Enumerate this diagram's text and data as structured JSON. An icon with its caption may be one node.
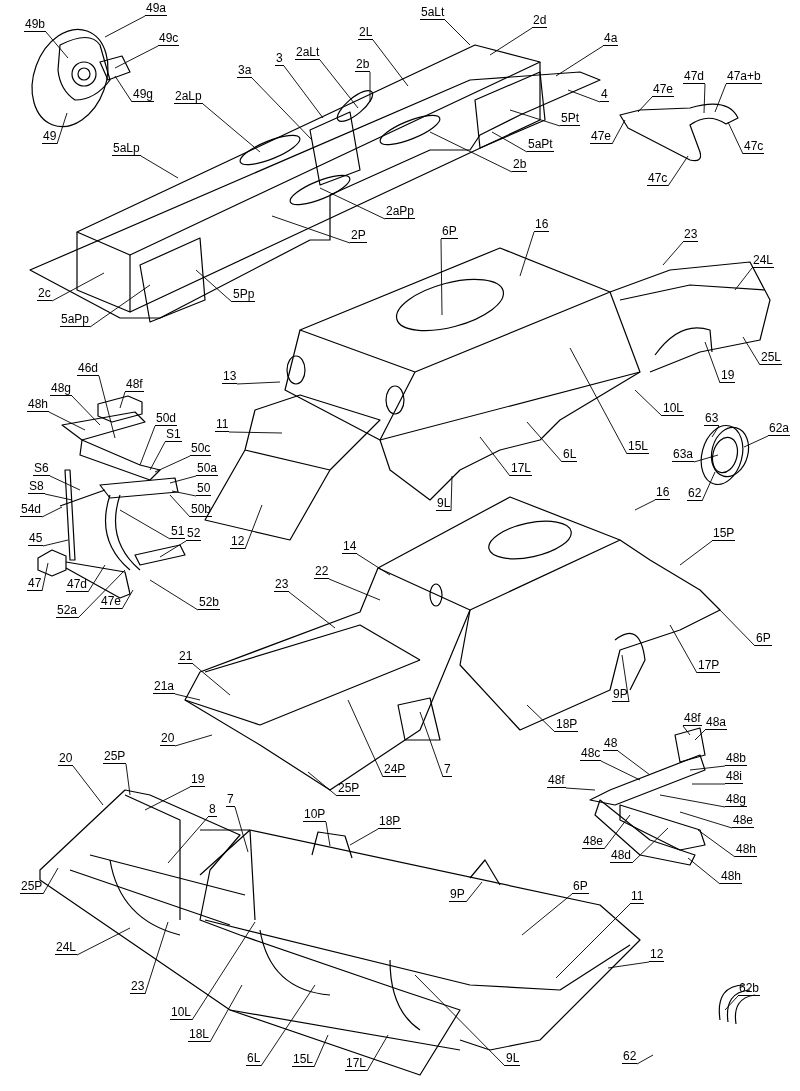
{
  "diagram": {
    "nodes": [
      {
        "text": [
          "49a"
        ]
      },
      {
        "text": [
          "49b"
        ]
      },
      {
        "text": [
          "49c"
        ]
      },
      {
        "text": [
          "49g"
        ]
      },
      {
        "text": [
          "49"
        ]
      },
      {
        "text": [
          "5aLt"
        ]
      },
      {
        "text": [
          "2d"
        ]
      },
      {
        "text": [
          "2L"
        ]
      },
      {
        "text": [
          "2aLt"
        ]
      },
      {
        "text": [
          "3"
        ]
      },
      {
        "text": [
          "2b"
        ]
      },
      {
        "text": [
          "3a"
        ]
      },
      {
        "text": [
          "4a"
        ]
      },
      {
        "text": [
          "4"
        ]
      },
      {
        "text": [
          "5Pt"
        ]
      },
      {
        "text": [
          "5aPt"
        ]
      },
      {
        "text": [
          "2b"
        ]
      },
      {
        "text": [
          "2aLp"
        ]
      },
      {
        "text": [
          "5aLp"
        ]
      },
      {
        "text": [
          "2aPp"
        ]
      },
      {
        "text": [
          "2P"
        ]
      },
      {
        "text": [
          "2c"
        ]
      },
      {
        "text": [
          "5Pp"
        ]
      },
      {
        "text": [
          "5aPp"
        ]
      },
      {
        "text": [
          "47e"
        ]
      },
      {
        "text": [
          "47d"
        ]
      },
      {
        "text": [
          "47a+b"
        ]
      },
      {
        "text": [
          "47e"
        ]
      },
      {
        "text": [
          "47c"
        ]
      },
      {
        "text": [
          "47c"
        ]
      },
      {
        "text": [
          "6P"
        ]
      },
      {
        "text": [
          "16"
        ]
      },
      {
        "text": [
          "23"
        ]
      },
      {
        "text": [
          "24L"
        ]
      },
      {
        "text": [
          "13"
        ]
      },
      {
        "text": [
          "19"
        ]
      },
      {
        "text": [
          "25L"
        ]
      },
      {
        "text": [
          "10L"
        ]
      },
      {
        "text": [
          "15L"
        ]
      },
      {
        "text": [
          "11"
        ]
      },
      {
        "text": [
          "6L"
        ]
      },
      {
        "text": [
          "17L"
        ]
      },
      {
        "text": [
          "9L"
        ]
      },
      {
        "text": [
          "63"
        ]
      },
      {
        "text": [
          "62a"
        ]
      },
      {
        "text": [
          "63a"
        ]
      },
      {
        "text": [
          "62"
        ]
      },
      {
        "text": [
          "46d"
        ]
      },
      {
        "text": [
          "48f"
        ]
      },
      {
        "text": [
          "48g"
        ]
      },
      {
        "text": [
          "48h"
        ]
      },
      {
        "text": [
          "50d"
        ]
      },
      {
        "text": [
          "S1"
        ]
      },
      {
        "text": [
          "50c"
        ]
      },
      {
        "text": [
          "50a"
        ]
      },
      {
        "text": [
          "50"
        ]
      },
      {
        "text": [
          "S6"
        ]
      },
      {
        "text": [
          "S8"
        ]
      },
      {
        "text": [
          "54d"
        ]
      },
      {
        "text": [
          "50b"
        ]
      },
      {
        "text": [
          "51"
        ]
      },
      {
        "text": [
          "52"
        ]
      },
      {
        "text": [
          "45"
        ]
      },
      {
        "text": [
          "12"
        ]
      },
      {
        "text": [
          "47"
        ]
      },
      {
        "text": [
          "47d"
        ]
      },
      {
        "text": [
          "52b"
        ]
      },
      {
        "text": [
          "52a"
        ]
      },
      {
        "text": [
          "47e"
        ]
      },
      {
        "text": [
          "16"
        ]
      },
      {
        "text": [
          "15P"
        ]
      },
      {
        "text": [
          "14"
        ]
      },
      {
        "text": [
          "22"
        ]
      },
      {
        "text": [
          "23"
        ]
      },
      {
        "text": [
          "21"
        ]
      },
      {
        "text": [
          "21a"
        ]
      },
      {
        "text": [
          "20"
        ]
      },
      {
        "text": [
          "24P"
        ]
      },
      {
        "text": [
          "7"
        ]
      },
      {
        "text": [
          "25P"
        ]
      },
      {
        "text": [
          "18P"
        ]
      },
      {
        "text": [
          "9P"
        ]
      },
      {
        "text": [
          "17P"
        ]
      },
      {
        "text": [
          "6P"
        ]
      },
      {
        "text": [
          "48f"
        ]
      },
      {
        "text": [
          "48a"
        ]
      },
      {
        "text": [
          "48"
        ]
      },
      {
        "text": [
          "48c"
        ]
      },
      {
        "text": [
          "48b"
        ]
      },
      {
        "text": [
          "48i"
        ]
      },
      {
        "text": [
          "48f"
        ]
      },
      {
        "text": [
          "48g"
        ]
      },
      {
        "text": [
          "48e"
        ]
      },
      {
        "text": [
          "48e"
        ]
      },
      {
        "text": [
          "48h"
        ]
      },
      {
        "text": [
          "48d"
        ]
      },
      {
        "text": [
          "48h"
        ]
      },
      {
        "text": [
          "20"
        ]
      },
      {
        "text": [
          "25P"
        ]
      },
      {
        "text": [
          "19"
        ]
      },
      {
        "text": [
          "8"
        ]
      },
      {
        "text": [
          "7"
        ]
      },
      {
        "text": [
          "10P"
        ]
      },
      {
        "text": [
          "18P"
        ]
      },
      {
        "text": [
          "25P"
        ]
      },
      {
        "text": [
          "9P"
        ]
      },
      {
        "text": [
          "6P"
        ]
      },
      {
        "text": [
          "11"
        ]
      },
      {
        "text": [
          "12"
        ]
      },
      {
        "text": [
          "24L"
        ]
      },
      {
        "text": [
          "23"
        ]
      },
      {
        "text": [
          "10L"
        ]
      },
      {
        "text": [
          "18L"
        ]
      },
      {
        "text": [
          "6L"
        ]
      },
      {
        "text": [
          "15L"
        ]
      },
      {
        "text": [
          "17L"
        ]
      },
      {
        "text": [
          "9L"
        ]
      },
      {
        "text": [
          "62b"
        ]
      },
      {
        "text": [
          "62"
        ]
      }
    ],
    "edges": [
      {
        "from": 0,
        "to": null,
        "arrow": "none"
      },
      {
        "from": 1,
        "to": null,
        "arrow": "none"
      },
      {
        "from": 2,
        "to": null,
        "arrow": "none"
      },
      {
        "from": 3,
        "to": null,
        "arrow": "none"
      },
      {
        "from": 4,
        "to": null,
        "arrow": "none"
      },
      {
        "from": 5,
        "to": null,
        "arrow": "none"
      },
      {
        "from": 6,
        "to": null,
        "arrow": "none"
      },
      {
        "from": 7,
        "to": null,
        "arrow": "none"
      },
      {
        "from": 8,
        "to": null,
        "arrow": "none"
      },
      {
        "from": 9,
        "to": null,
        "arrow": "none"
      },
      {
        "from": 10,
        "to": null,
        "arrow": "none"
      },
      {
        "from": 11,
        "to": null,
        "arrow": "none"
      },
      {
        "from": 12,
        "to": null,
        "arrow": "none"
      },
      {
        "from": 13,
        "to": null,
        "arrow": "none"
      },
      {
        "from": 14,
        "to": null,
        "arrow": "none"
      },
      {
        "from": 15,
        "to": null,
        "arrow": "none"
      },
      {
        "from": 16,
        "to": null,
        "arrow": "none"
      },
      {
        "from": 17,
        "to": null,
        "arrow": "none"
      },
      {
        "from": 18,
        "to": null,
        "arrow": "none"
      },
      {
        "from": 19,
        "to": null,
        "arrow": "none"
      },
      {
        "from": 20,
        "to": null,
        "arrow": "none"
      },
      {
        "from": 21,
        "to": null,
        "arrow": "none"
      },
      {
        "from": 22,
        "to": null,
        "arrow": "none"
      },
      {
        "from": 23,
        "to": null,
        "arrow": "none"
      },
      {
        "from": 24,
        "to": null,
        "arrow": "none"
      },
      {
        "from": 25,
        "to": null,
        "arrow": "none"
      },
      {
        "from": 26,
        "to": null,
        "arrow": "none"
      },
      {
        "from": 27,
        "to": null,
        "arrow": "none"
      },
      {
        "from": 28,
        "to": null,
        "arrow": "none"
      },
      {
        "from": 29,
        "to": null,
        "arrow": "none"
      },
      {
        "from": 30,
        "to": null,
        "arrow": "none"
      },
      {
        "from": 31,
        "to": null,
        "arrow": "none"
      },
      {
        "from": 32,
        "to": null,
        "arrow": "none"
      },
      {
        "from": 33,
        "to": null,
        "arrow": "none"
      },
      {
        "from": 34,
        "to": null,
        "arrow": "none"
      },
      {
        "from": 35,
        "to": null,
        "arrow": "none"
      },
      {
        "from": 36,
        "to": null,
        "arrow": "none"
      },
      {
        "from": 37,
        "to": null,
        "arrow": "none"
      },
      {
        "from": 38,
        "to": null,
        "arrow": "none"
      },
      {
        "from": 39,
        "to": null,
        "arrow": "none"
      },
      {
        "from": 40,
        "to": null,
        "arrow": "none"
      },
      {
        "from": 41,
        "to": null,
        "arrow": "none"
      },
      {
        "from": 42,
        "to": null,
        "arrow": "none"
      },
      {
        "from": 43,
        "to": null,
        "arrow": "none"
      },
      {
        "from": 44,
        "to": null,
        "arrow": "none"
      },
      {
        "from": 45,
        "to": null,
        "arrow": "none"
      },
      {
        "from": 46,
        "to": null,
        "arrow": "none"
      },
      {
        "from": 47,
        "to": null,
        "arrow": "none"
      },
      {
        "from": 48,
        "to": null,
        "arrow": "none"
      },
      {
        "from": 49,
        "to": null,
        "arrow": "none"
      },
      {
        "from": 50,
        "to": null,
        "arrow": "none"
      },
      {
        "from": 51,
        "to": null,
        "arrow": "none"
      },
      {
        "from": 52,
        "to": null,
        "arrow": "none"
      },
      {
        "from": 53,
        "to": null,
        "arrow": "none"
      },
      {
        "from": 54,
        "to": null,
        "arrow": "none"
      },
      {
        "from": 55,
        "to": null,
        "arrow": "none"
      },
      {
        "from": 56,
        "to": null,
        "arrow": "none"
      },
      {
        "from": 57,
        "to": null,
        "arrow": "none"
      },
      {
        "from": 58,
        "to": null,
        "arrow": "none"
      },
      {
        "from": 59,
        "to": null,
        "arrow": "none"
      },
      {
        "from": 60,
        "to": null,
        "arrow": "none"
      },
      {
        "from": 61,
        "to": null,
        "arrow": "none"
      },
      {
        "from": 62,
        "to": null,
        "arrow": "none"
      },
      {
        "from": 63,
        "to": null,
        "arrow": "none"
      },
      {
        "from": 64,
        "to": null,
        "arrow": "none"
      },
      {
        "from": 65,
        "to": null,
        "arrow": "none"
      },
      {
        "from": 66,
        "to": null,
        "arrow": "none"
      },
      {
        "from": 67,
        "to": null,
        "arrow": "none"
      },
      {
        "from": 68,
        "to": null,
        "arrow": "none"
      },
      {
        "from": 69,
        "to": null,
        "arrow": "none"
      },
      {
        "from": 70,
        "to": null,
        "arrow": "none"
      },
      {
        "from": 71,
        "to": null,
        "arrow": "none"
      },
      {
        "from": 72,
        "to": null,
        "arrow": "none"
      },
      {
        "from": 73,
        "to": null,
        "arrow": "none"
      },
      {
        "from": 74,
        "to": null,
        "arrow": "none"
      },
      {
        "from": 75,
        "to": null,
        "arrow": "none"
      },
      {
        "from": 76,
        "to": null,
        "arrow": "none"
      },
      {
        "from": 77,
        "to": null,
        "arrow": "none"
      },
      {
        "from": 78,
        "to": null,
        "arrow": "none"
      },
      {
        "from": 79,
        "to": null,
        "arrow": "none"
      },
      {
        "from": 80,
        "to": null,
        "arrow": "none"
      },
      {
        "from": 81,
        "to": null,
        "arrow": "none"
      },
      {
        "from": 82,
        "to": null,
        "arrow": "none"
      },
      {
        "from": 83,
        "to": null,
        "arrow": "none"
      },
      {
        "from": 84,
        "to": null,
        "arrow": "none"
      },
      {
        "from": 85,
        "to": null,
        "arrow": "none"
      },
      {
        "from": 86,
        "to": null,
        "arrow": "none"
      },
      {
        "from": 87,
        "to": null,
        "arrow": "none"
      },
      {
        "from": 88,
        "to": null,
        "arrow": "none"
      },
      {
        "from": 89,
        "to": null,
        "arrow": "none"
      },
      {
        "from": 90,
        "to": null,
        "arrow": "none"
      },
      {
        "from": 91,
        "to": null,
        "arrow": "none"
      },
      {
        "from": 92,
        "to": null,
        "arrow": "none"
      },
      {
        "from": 93,
        "to": null,
        "arrow": "none"
      },
      {
        "from": 94,
        "to": null,
        "arrow": "none"
      },
      {
        "from": 95,
        "to": null,
        "arrow": "none"
      },
      {
        "from": 96,
        "to": null,
        "arrow": "none"
      },
      {
        "from": 97,
        "to": null,
        "arrow": "none"
      },
      {
        "from": 98,
        "to": null,
        "arrow": "none"
      },
      {
        "from": 99,
        "to": null,
        "arrow": "none"
      },
      {
        "from": 100,
        "to": null,
        "arrow": "none"
      },
      {
        "from": 101,
        "to": null,
        "arrow": "none"
      },
      {
        "from": 102,
        "to": null,
        "arrow": "none"
      },
      {
        "from": 103,
        "to": null,
        "arrow": "none"
      },
      {
        "from": 104,
        "to": null,
        "arrow": "none"
      },
      {
        "from": 105,
        "to": null,
        "arrow": "none"
      },
      {
        "from": 106,
        "to": null,
        "arrow": "none"
      },
      {
        "from": 107,
        "to": null,
        "arrow": "none"
      },
      {
        "from": 108,
        "to": null,
        "arrow": "none"
      },
      {
        "from": 109,
        "to": null,
        "arrow": "none"
      },
      {
        "from": 110,
        "to": null,
        "arrow": "none"
      },
      {
        "from": 111,
        "to": null,
        "arrow": "none"
      },
      {
        "from": 112,
        "to": null,
        "arrow": "none"
      },
      {
        "from": 113,
        "to": null,
        "arrow": "none"
      },
      {
        "from": 114,
        "to": null,
        "arrow": "none"
      },
      {
        "from": 115,
        "to": null,
        "arrow": "none"
      },
      {
        "from": 116,
        "to": null,
        "arrow": "none"
      },
      {
        "from": 117,
        "to": null,
        "arrow": "none"
      },
      {
        "from": 118,
        "to": null,
        "arrow": "none"
      }
    ]
  }
}
